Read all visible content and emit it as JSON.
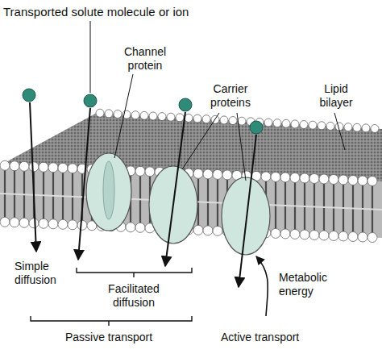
{
  "diagram": {
    "labels": [
      "Transported solute molecule or ion",
      "Channel protein",
      "Carrier proteins",
      "Lipid bilayer",
      "Simple diffusion",
      "Facilitated diffusion",
      "Metabolic energy",
      "Passive transport",
      "Active transport"
    ]
  }
}
